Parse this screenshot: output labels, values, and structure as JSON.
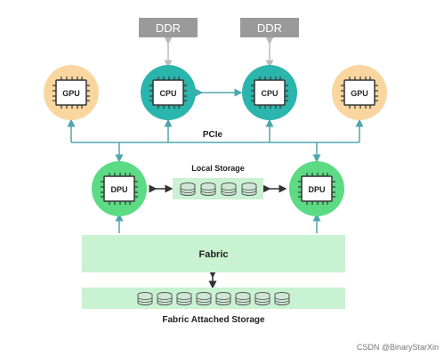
{
  "diagram": {
    "ddr_labels": [
      "DDR",
      "DDR"
    ],
    "cpu_labels": [
      "CPU",
      "CPU"
    ],
    "gpu_labels": [
      "GPU",
      "GPU"
    ],
    "dpu_labels": [
      "DPU",
      "DPU"
    ],
    "pcie_label": "PCIe",
    "local_storage_label": "Local Storage",
    "fabric_label": "Fabric",
    "fabric_storage_label": "Fabric Attached Storage",
    "watermark": "CSDN @BinaryStarXin",
    "colors": {
      "gpu_fill": "#f9d6a0",
      "cpu_fill": "#2ab5ad",
      "dpu_fill": "#5cdb84",
      "fabric_fill": "#c9f2d2",
      "connector": "#4ea6ad",
      "ddr_fill": "#9a9a9a"
    },
    "local_storage_disk_count": 4,
    "fabric_storage_disk_count": 8
  }
}
